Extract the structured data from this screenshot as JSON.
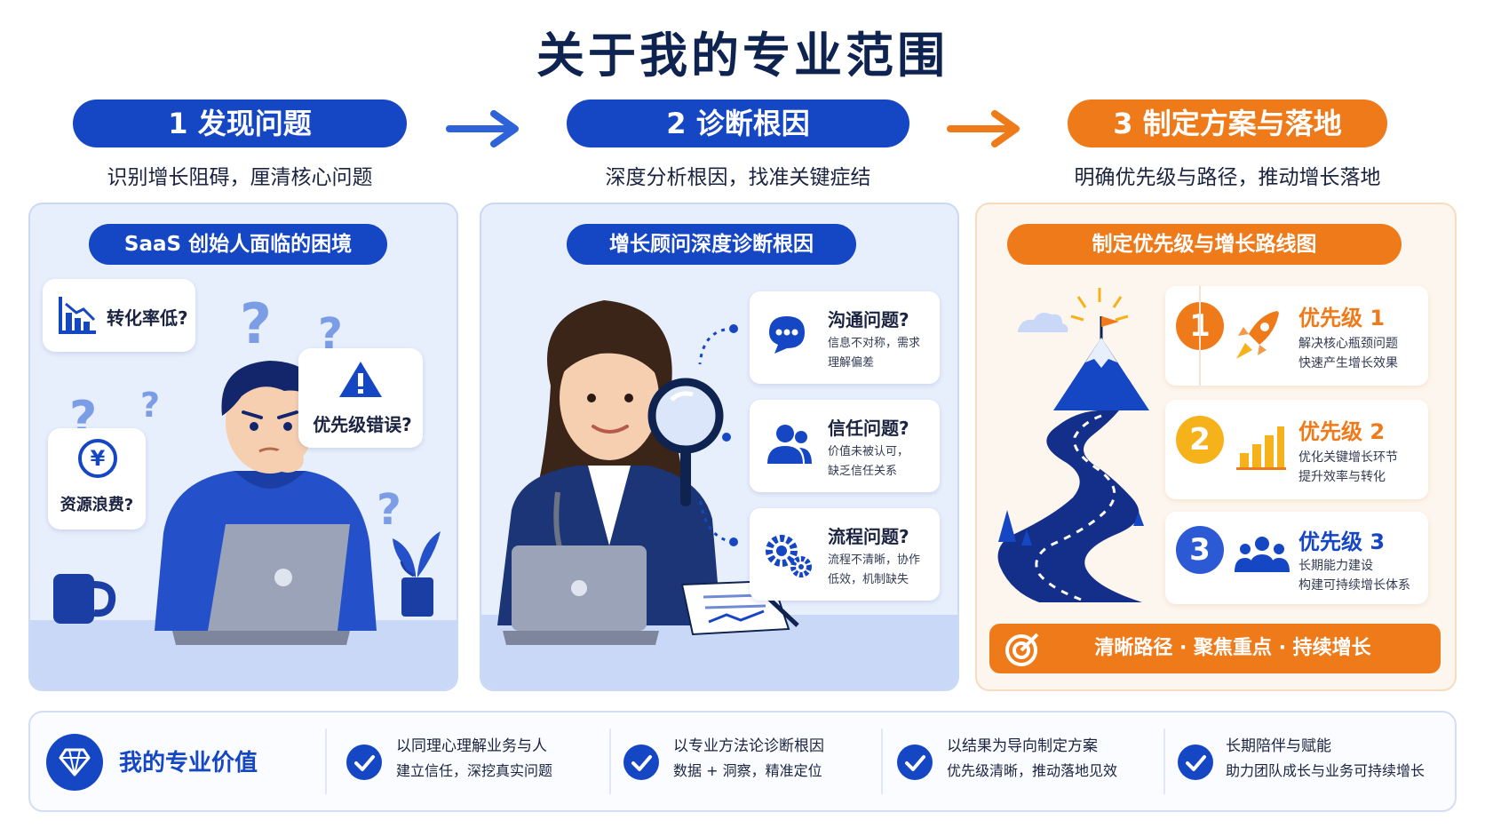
{
  "title": "关于我的专业范围",
  "steps": [
    {
      "label": "1 发现问题",
      "desc": "识别增长阻碍，厘清核心问题"
    },
    {
      "label": "2 诊断根因",
      "desc": "深度分析根因，找准关键症结"
    },
    {
      "label": "3 制定方案与落地",
      "desc": "明确优先级与路径，推动增长落地"
    }
  ],
  "panel1": {
    "title": "SaaS 创始人面临的困境",
    "bubbles": {
      "conversion": "转化率低?",
      "priority": "优先级错误?",
      "waste": "资源浪费?"
    },
    "qmark": "?",
    "yen": "¥"
  },
  "panel2": {
    "title": "增长顾问深度诊断根因",
    "cards": [
      {
        "title": "沟通问题?",
        "desc1": "信息不对称，需求",
        "desc2": "理解偏差"
      },
      {
        "title": "信任问题?",
        "desc1": "价值未被认可，",
        "desc2": "缺乏信任关系"
      },
      {
        "title": "流程问题?",
        "desc1": "流程不清晰，协作",
        "desc2": "低效，机制缺失"
      }
    ]
  },
  "panel3": {
    "title": "制定优先级与增长路线图",
    "priorities": [
      {
        "num": "1",
        "title": "优先级 1",
        "desc1": "解决核心瓶颈问题",
        "desc2": "快速产生增长效果"
      },
      {
        "num": "2",
        "title": "优先级 2",
        "desc1": "优化关键增长环节",
        "desc2": "提升效率与转化"
      },
      {
        "num": "3",
        "title": "优先级 3",
        "desc1": "长期能力建设",
        "desc2": "构建可持续增长体系"
      }
    ],
    "slogan": "清晰路径 · 聚焦重点 · 持续增长"
  },
  "values": {
    "heading": "我的专业价值",
    "items": [
      {
        "line1": "以同理心理解业务与人",
        "line2": "建立信任，深挖真实问题"
      },
      {
        "line1": "以专业方法论诊断根因",
        "line2": "数据 + 洞察，精准定位"
      },
      {
        "line1": "以结果为导向制定方案",
        "line2": "优先级清晰，推动落地见效"
      },
      {
        "line1": "长期陪伴与赋能",
        "line2": "助力团队成长与业务可持续增长"
      }
    ]
  },
  "colors": {
    "blue": "#1546c4",
    "orange": "#ef7a1a",
    "navy": "#0f2350",
    "yellow": "#f5b21b"
  }
}
